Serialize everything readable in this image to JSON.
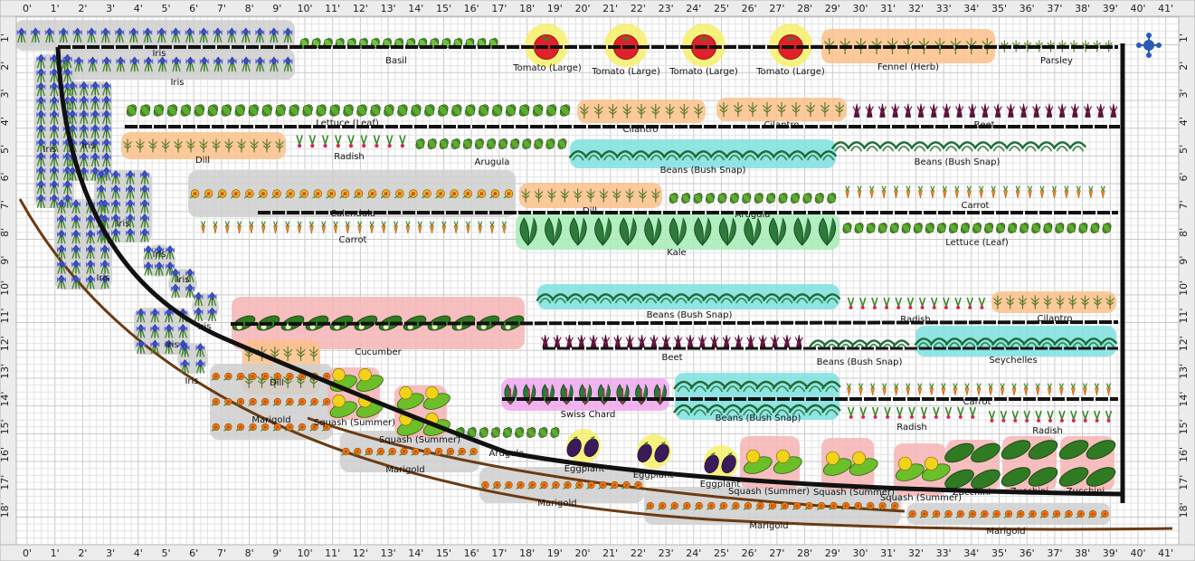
{
  "ruler": {
    "x_labels": [
      "0'",
      "1'",
      "2'",
      "3'",
      "4'",
      "5'",
      "6'",
      "7'",
      "8'",
      "9'",
      "10'",
      "11'",
      "12'",
      "13'",
      "14'",
      "15'",
      "16'",
      "17'",
      "18'",
      "19'",
      "20'",
      "21'",
      "22'",
      "23'",
      "24'",
      "25'",
      "26'",
      "27'",
      "28'",
      "29'",
      "30'",
      "31'",
      "32'",
      "33'",
      "34'",
      "35'",
      "36'",
      "37'",
      "38'",
      "39'",
      "40'",
      "41'"
    ],
    "y_labels": [
      "1'",
      "2'",
      "3'",
      "4'",
      "5'",
      "6'",
      "7'",
      "8'",
      "9'",
      "10'",
      "11'",
      "12'",
      "13'",
      "14'",
      "15'",
      "16'",
      "17'",
      "18'"
    ]
  },
  "colors": {
    "grid_minor": "#e3e3e3",
    "grid_major": "#c9c9c9",
    "ruler_bg": "#ececec",
    "bed_edge": "#6b3a12",
    "irrigation": "#111111",
    "highlight_grey": "#cfcfcf",
    "highlight_orange": "#fbc18a",
    "highlight_cyan": "#7fe0e0",
    "highlight_green": "#a6ecb6",
    "highlight_pink": "#f6b4b4",
    "highlight_magenta": "#f0a8ee",
    "highlight_yellow": "#f7f06a",
    "handle": "#2a5bb6"
  },
  "move_handle": {
    "icon": "move-handle-icon"
  },
  "plantings": [
    {
      "id": "iris-top-1",
      "label": "Iris",
      "icon": "iris-icon",
      "hl": "grey"
    },
    {
      "id": "iris-top-2",
      "label": "Iris",
      "icon": "iris-icon",
      "hl": "grey"
    },
    {
      "id": "basil",
      "label": "Basil",
      "icon": "basil-icon",
      "hl": "none"
    },
    {
      "id": "tomato-1",
      "label": "Tomato (Large)",
      "icon": "tomato-icon",
      "hl": "yellow"
    },
    {
      "id": "tomato-2",
      "label": "Tomato (Large)",
      "icon": "tomato-icon",
      "hl": "yellow"
    },
    {
      "id": "tomato-3",
      "label": "Tomato (Large)",
      "icon": "tomato-icon",
      "hl": "yellow"
    },
    {
      "id": "tomato-4",
      "label": "Tomato (Large)",
      "icon": "tomato-icon",
      "hl": "yellow"
    },
    {
      "id": "fennel",
      "label": "Fennel (Herb)",
      "icon": "fennel-icon",
      "hl": "orange"
    },
    {
      "id": "parsley",
      "label": "Parsley",
      "icon": "parsley-icon",
      "hl": "none"
    },
    {
      "id": "iris-curve-1",
      "label": "Iris",
      "icon": "iris-icon",
      "hl": "grey"
    },
    {
      "id": "iris-curve-2",
      "label": "Iris",
      "icon": "iris-icon",
      "hl": "grey"
    },
    {
      "id": "iris-curve-3",
      "label": "Iris",
      "icon": "iris-icon",
      "hl": "grey"
    },
    {
      "id": "iris-curve-4",
      "label": "Iris",
      "icon": "iris-icon",
      "hl": "grey"
    },
    {
      "id": "iris-curve-5",
      "label": "Iris",
      "icon": "iris-icon",
      "hl": "grey"
    },
    {
      "id": "iris-curve-6",
      "label": "Iris",
      "icon": "iris-icon",
      "hl": "grey"
    },
    {
      "id": "iris-curve-7",
      "label": "Iris",
      "icon": "iris-icon",
      "hl": "grey"
    },
    {
      "id": "iris-curve-8",
      "label": "Iris",
      "icon": "iris-icon",
      "hl": "grey"
    },
    {
      "id": "iris-curve-9",
      "label": "Iris",
      "icon": "iris-icon",
      "hl": "grey"
    },
    {
      "id": "lettuce-1",
      "label": "Lettuce (Leaf)",
      "icon": "lettuce-icon",
      "hl": "none"
    },
    {
      "id": "cilantro-1",
      "label": "Cilantro",
      "icon": "cilantro-icon",
      "hl": "orange"
    },
    {
      "id": "cilantro-2",
      "label": "Cilantro",
      "icon": "cilantro-icon",
      "hl": "orange"
    },
    {
      "id": "beet-1",
      "label": "Beet",
      "icon": "beet-icon",
      "hl": "none"
    },
    {
      "id": "dill-1",
      "label": "Dill",
      "icon": "dill-icon",
      "hl": "orange"
    },
    {
      "id": "radish-1",
      "label": "Radish",
      "icon": "radish-icon",
      "hl": "none"
    },
    {
      "id": "arugula-1",
      "label": "Arugula",
      "icon": "arugula-icon",
      "hl": "none"
    },
    {
      "id": "beans-1",
      "label": "Beans (Bush Snap)",
      "icon": "bean-icon",
      "hl": "cyan"
    },
    {
      "id": "beans-2",
      "label": "Beans (Bush Snap)",
      "icon": "bean-icon",
      "hl": "none"
    },
    {
      "id": "calendula",
      "label": "Calendula",
      "icon": "calendula-icon",
      "hl": "grey"
    },
    {
      "id": "carrot-1",
      "label": "Carrot",
      "icon": "carrot-icon",
      "hl": "none"
    },
    {
      "id": "dill-2",
      "label": "Dill",
      "icon": "dill-icon",
      "hl": "orange"
    },
    {
      "id": "arugula-2",
      "label": "Arugula",
      "icon": "arugula-icon",
      "hl": "none"
    },
    {
      "id": "carrot-2",
      "label": "Carrot",
      "icon": "carrot-icon",
      "hl": "none"
    },
    {
      "id": "kale",
      "label": "Kale",
      "icon": "kale-icon",
      "hl": "green"
    },
    {
      "id": "lettuce-2",
      "label": "Lettuce (Leaf)",
      "icon": "lettuce-icon",
      "hl": "none"
    },
    {
      "id": "cucumber",
      "label": "Cucumber",
      "icon": "cucumber-icon",
      "hl": "pink"
    },
    {
      "id": "beans-3",
      "label": "Beans (Bush Snap)",
      "icon": "bean-icon",
      "hl": "cyan"
    },
    {
      "id": "radish-2",
      "label": "Radish",
      "icon": "radish-icon",
      "hl": "none"
    },
    {
      "id": "cilantro-3",
      "label": "Cilantro",
      "icon": "cilantro-icon",
      "hl": "orange"
    },
    {
      "id": "beet-2",
      "label": "Beet",
      "icon": "beet-icon",
      "hl": "none"
    },
    {
      "id": "beans-4",
      "label": "Beans (Bush Snap)",
      "icon": "bean-icon",
      "hl": "none"
    },
    {
      "id": "seychelles",
      "label": "Seychelles",
      "icon": "bean-icon",
      "hl": "cyan"
    },
    {
      "id": "dill-3",
      "label": "Dill",
      "icon": "dill-icon",
      "hl": "orange"
    },
    {
      "id": "swiss-chard",
      "label": "Swiss Chard",
      "icon": "chard-icon",
      "hl": "magenta"
    },
    {
      "id": "beans-5",
      "label": "Beans (Bush Snap)",
      "icon": "bean-icon",
      "hl": "cyan"
    },
    {
      "id": "carrot-3",
      "label": "Carrot",
      "icon": "carrot-icon",
      "hl": "none"
    },
    {
      "id": "radish-3",
      "label": "Radish",
      "icon": "radish-icon",
      "hl": "none"
    },
    {
      "id": "radish-4",
      "label": "Radish",
      "icon": "radish-icon",
      "hl": "none"
    },
    {
      "id": "marigold-1",
      "label": "Marigold",
      "icon": "marigold-icon",
      "hl": "grey"
    },
    {
      "id": "marigold-2",
      "label": "Marigold",
      "icon": "marigold-icon",
      "hl": "grey"
    },
    {
      "id": "marigold-3",
      "label": "Marigold",
      "icon": "marigold-icon",
      "hl": "grey"
    },
    {
      "id": "marigold-4",
      "label": "Marigold",
      "icon": "marigold-icon",
      "hl": "grey"
    },
    {
      "id": "marigold-5",
      "label": "Marigold",
      "icon": "marigold-icon",
      "hl": "grey"
    },
    {
      "id": "squash-1",
      "label": "Squash (Summer)",
      "icon": "squash-icon",
      "hl": "pink"
    },
    {
      "id": "squash-2",
      "label": "Squash (Summer)",
      "icon": "squash-icon",
      "hl": "pink"
    },
    {
      "id": "arugula-3",
      "label": "Arugula",
      "icon": "arugula-icon",
      "hl": "none"
    },
    {
      "id": "eggplant-1",
      "label": "Eggplant",
      "icon": "eggplant-icon",
      "hl": "yellow"
    },
    {
      "id": "eggplant-2",
      "label": "Eggplant",
      "icon": "eggplant-icon",
      "hl": "yellow"
    },
    {
      "id": "eggplant-3",
      "label": "Eggplant",
      "icon": "eggplant-icon",
      "hl": "yellow"
    },
    {
      "id": "squash-3",
      "label": "Squash (Summer)",
      "icon": "squash-icon",
      "hl": "pink"
    },
    {
      "id": "squash-4",
      "label": "Squash (Summer)",
      "icon": "squash-icon",
      "hl": "pink"
    },
    {
      "id": "squash-5",
      "label": "Squash (Summer)",
      "icon": "squash-icon",
      "hl": "pink"
    },
    {
      "id": "zucchini-1",
      "label": "Zucchini",
      "icon": "zucchini-icon",
      "hl": "pink"
    },
    {
      "id": "zucchini-2",
      "label": "Zucchini",
      "icon": "zucchini-icon",
      "hl": "pink"
    },
    {
      "id": "zucchini-3",
      "label": "Zucchini",
      "icon": "zucchini-icon",
      "hl": "pink"
    }
  ]
}
